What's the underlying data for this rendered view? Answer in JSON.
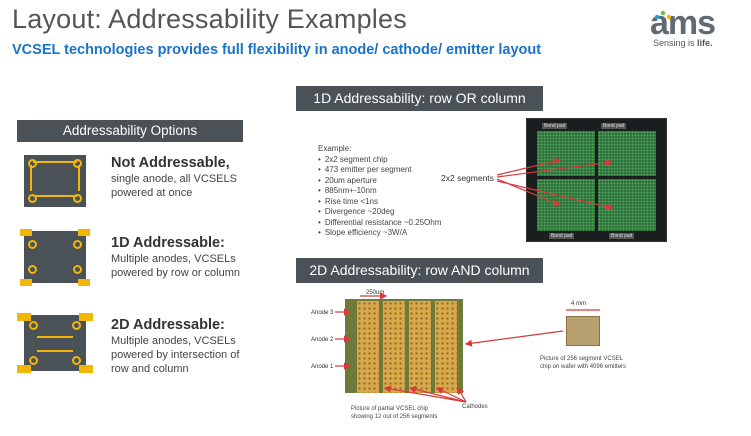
{
  "slide": {
    "title": "Layout: Addressability Examples",
    "subtitle": "VCSEL technologies provides full flexibility in anode/ cathode/ emitter layout"
  },
  "logo": {
    "wordmark": "ams",
    "tagline_prefix": "Sensing is ",
    "tagline_suffix": "life."
  },
  "options": {
    "header": "Addressability Options",
    "items": [
      {
        "title": "Not Addressable,",
        "desc": [
          "single anode, all VCSELS",
          "powered at once"
        ]
      },
      {
        "title": "1D Addressable:",
        "desc": [
          "Multiple anodes, VCSELs",
          "powered by row or column"
        ]
      },
      {
        "title": "2D Addressable:",
        "desc": [
          "Multiple anodes, VCSELs",
          "powered by intersection of",
          "row and column"
        ]
      }
    ]
  },
  "one_d": {
    "header": "1D Addressability: row OR column",
    "example_label": "Example:",
    "bullets": [
      "2x2 segment chip",
      "473 emitter per segment",
      "20um aperture",
      "885nm+-10nm",
      "Rise time <1ns",
      "Divergence ~20deg",
      "Differential resistance ~0.25Ohm",
      "Slope efficiency ~3W/A"
    ],
    "segments_label": "2x2 segments",
    "bond_pad_label": "Bond pad"
  },
  "two_d": {
    "header": "2D Addressability: row AND column",
    "anodes": [
      "Anode 3",
      "Anode 2",
      "Anode 1"
    ],
    "dim_250": "250um",
    "dim_4mm": "4 mm",
    "partial_caption": [
      "Picture of partial VCSEL chip",
      "showing 12 out of 256 segments"
    ],
    "cathodes_label": "Cathodes",
    "full_caption": [
      "Picture of 256 segment VCSEL",
      "chip on wafer with 4096 emitters"
    ]
  },
  "colors": {
    "title_grey": "#555555",
    "subtitle_blue": "#1a73c8",
    "label_dark": "#4a5258",
    "pad_yellow": "#f2b705",
    "arrow_red": "#d83a3a"
  }
}
